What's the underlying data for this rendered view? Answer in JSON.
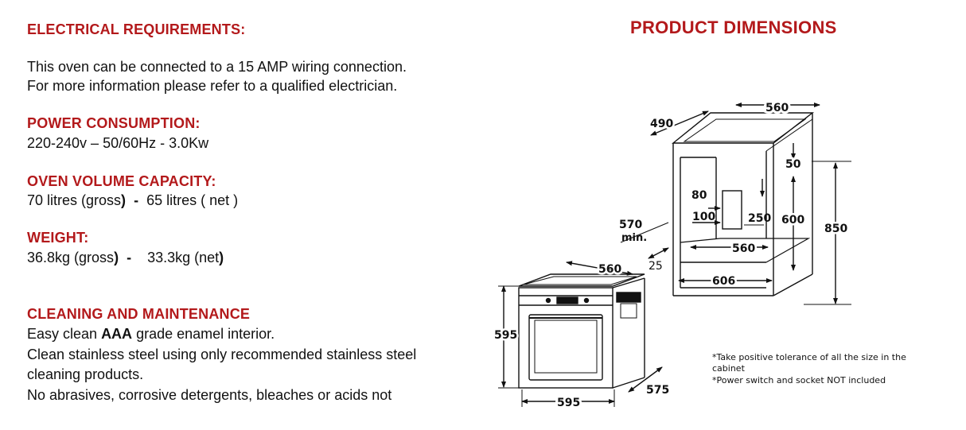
{
  "electrical": {
    "heading": "ELECTRICAL REQUIREMENTS:",
    "line1": "This oven can be connected to a 15 AMP wiring connection.",
    "line2": "For more information please refer to a qualified electrician."
  },
  "power": {
    "heading": "POWER CONSUMPTION:",
    "value": "220-240v – 50/60Hz  -  3.0Kw"
  },
  "volume": {
    "heading": "OVEN VOLUME CAPACITY:",
    "gross": "70 litres (gross",
    "gross_close": ")",
    "separator": "-",
    "net": "65 litres  ( net )"
  },
  "weight": {
    "heading": "WEIGHT:",
    "gross": "36.8kg (gross",
    "gross_close": ")",
    "separator": "-",
    "net": "33.3kg (net",
    "net_close": ")"
  },
  "cleaning": {
    "heading": "CLEANING AND MAINTENANCE",
    "line1_pre": "Easy clean ",
    "line1_bold": "AAA",
    "line1_post": " grade enamel interior.",
    "line2": "Clean stainless steel using only recommended stainless steel",
    "line3": "cleaning products.",
    "line4": "No abrasives, corrosive detergents, bleaches or acids not"
  },
  "dimensions": {
    "title": "PRODUCT DIMENSIONS",
    "labels": {
      "cab_width_top": "560",
      "cab_depth_top": "490",
      "gap_top": "50",
      "cutout_80": "80",
      "cutout_100": "100",
      "cutout_250": "250",
      "cab_600": "600",
      "cab_850": "850",
      "inner_560": "560",
      "cab_606": "606",
      "depth_570": "570",
      "min_label": "min.",
      "oven_560": "560",
      "oven_25": "25",
      "oven_595_h": "595",
      "oven_595_w": "595",
      "oven_575": "575"
    },
    "notes": {
      "line1": "*Take positive tolerance of all the size in the",
      "line2": "cabinet",
      "line3": "*Power switch and socket NOT included"
    }
  },
  "colors": {
    "heading": "#b3191b",
    "text": "#111111",
    "drawing": "#111111"
  }
}
